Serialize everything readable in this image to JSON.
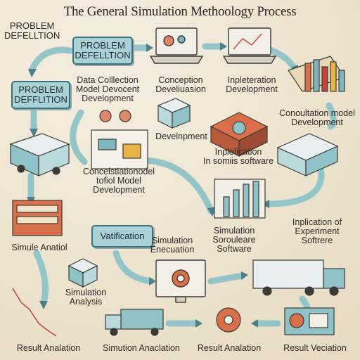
{
  "title": "The General Simulation Methoology Process",
  "labels": {
    "problem_top_1": "PROBLEM",
    "problem_top_2": "DEFELLTION",
    "problem_box_1": "PROBLEM",
    "problem_box_2": "DEFELLTION",
    "problem_left_1": "PROBLEM",
    "problem_left_2": "DEFFLITION",
    "data_collection_1": "Data Colllection",
    "data_collection_2": "Model Devocent",
    "data_collection_3": "Development",
    "conception_1": "Conception",
    "conception_2": "Develiuasion",
    "implementation_1": "Inpleteration",
    "implementation_2": "Development",
    "consultation_1": "Conoultation model",
    "consultation_2": "Development",
    "development_mid": "Develnpment",
    "inplification_1": "Inplefication",
    "inplification_2": "In somiis software",
    "conceptual_1": "Concelstiationodel",
    "conceptual_2": "tofiol Model",
    "conceptual_3": "Development",
    "simule_analatol": "Simule Anatiol",
    "validation": "Vatification",
    "simulation_enecuation_1": "Simulation",
    "simulation_enecuation_2": "Enecuation",
    "simulation_software_1": "Simulation",
    "simulation_software_2": "Sorouleare",
    "simulation_software_3": "Software",
    "inplication_1": "Inplication of",
    "inplication_2": "Experiment",
    "inplication_3": "Softrere",
    "simulation_analysis_1": "Simulation",
    "simulation_analysis_2": "Analysis",
    "bottom_1": "Result Analation",
    "bottom_2": "Simution Anaclation",
    "bottom_3": "Result Analation",
    "bottom_4": "Result Veciation"
  },
  "colors": {
    "box_fill": "#a9d2d6",
    "box_border": "#3f6f7a",
    "arrow": "#8fc3c8",
    "arrow_dark": "#4c7f88",
    "accent_orange": "#d9704a",
    "accent_red": "#c4473b"
  }
}
